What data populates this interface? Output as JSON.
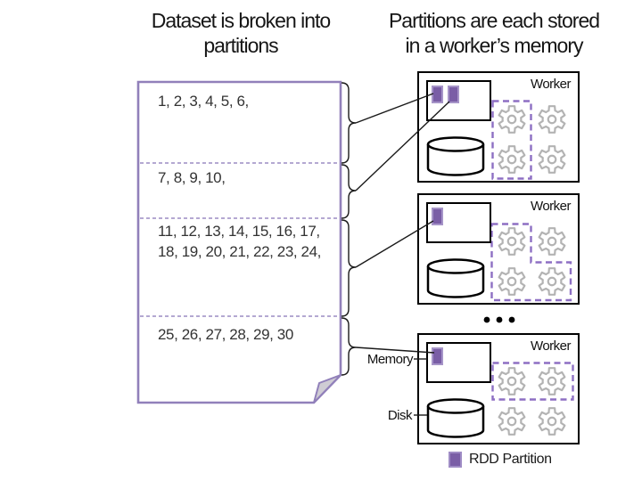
{
  "titles": {
    "left": {
      "line1": "Dataset is broken into",
      "line2": "partitions"
    },
    "right": {
      "line1": "Partitions are each stored",
      "line2": "in a worker’s memory"
    }
  },
  "document": {
    "partitions": [
      {
        "line1": "1, 2, 3, 4, 5, 6,",
        "line2": ""
      },
      {
        "line1": "7, 8, 9, 10,",
        "line2": ""
      },
      {
        "line1": "11, 12, 13, 14, 15, 16, 17,",
        "line2": "18, 19, 20, 21, 22, 23, 24,"
      },
      {
        "line1": "25, 26, 27, 28, 29, 30",
        "line2": ""
      }
    ]
  },
  "workers": [
    {
      "label": "Worker",
      "rdd_partitions_in_memory": 2
    },
    {
      "label": "Worker",
      "rdd_partitions_in_memory": 1
    },
    {
      "label": "Worker",
      "rdd_partitions_in_memory": 1
    }
  ],
  "callouts": {
    "memory": "Memory",
    "disk": "Disk"
  },
  "legend": {
    "label": "RDD Partition"
  },
  "colors": {
    "rdd_partition_fill": "#7a5ea6",
    "rdd_partition_border": "#a694c8",
    "document_border": "#9180ba",
    "partition_separator": "#9b8cc4",
    "dashed_executor_outline": "#8d6fc3",
    "gear_gray": "#b3b3b3",
    "fold_gray": "#cfccd4",
    "line_black": "#1a1a1a"
  }
}
